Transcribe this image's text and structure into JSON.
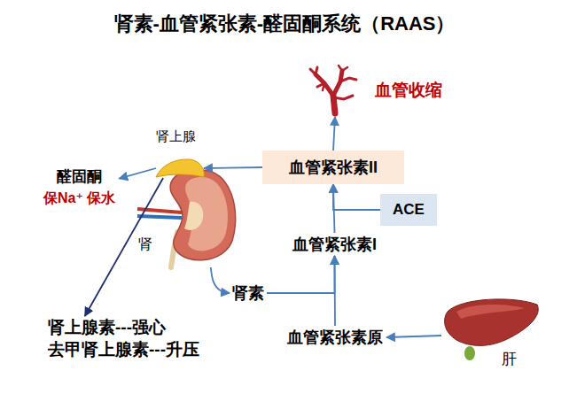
{
  "diagram": {
    "title": "肾素-血管紧张素-醛固酮系统（RAAS）",
    "nodes": [
      {
        "text": [
          "血管收缩"
        ]
      },
      {
        "text": [
          "肾上腺"
        ]
      },
      {
        "text": [
          "血管紧张素II"
        ]
      },
      {
        "text": [
          "醛固酮",
          "保Na⁺ 保水"
        ]
      },
      {
        "text": [
          "ACE"
        ]
      },
      {
        "text": [
          "肾"
        ]
      },
      {
        "text": [
          "血管紧张素I"
        ]
      },
      {
        "text": [
          "肾素"
        ]
      },
      {
        "text": [
          "肾上腺素---强心",
          "去甲肾上腺素---升压"
        ]
      },
      {
        "text": [
          "血管紧张素原"
        ]
      },
      {
        "text": [
          "肝"
        ]
      }
    ],
    "edges": [
      {
        "from": 9,
        "to": 6,
        "arrow": "to"
      },
      {
        "from": 7,
        "to": 6,
        "arrow": "to"
      },
      {
        "from": 4,
        "to": 2,
        "arrow": "to"
      },
      {
        "from": 6,
        "to": 2,
        "arrow": "to"
      },
      {
        "from": 2,
        "to": 0,
        "arrow": "to"
      },
      {
        "from": 2,
        "to": 1,
        "arrow": "to"
      },
      {
        "from": 1,
        "to": 3,
        "arrow": "to"
      },
      {
        "from": 1,
        "to": 8,
        "arrow": "to"
      },
      {
        "from": 5,
        "to": 7,
        "arrow": "to"
      },
      {
        "from": 10,
        "to": 9,
        "arrow": "to"
      }
    ]
  }
}
